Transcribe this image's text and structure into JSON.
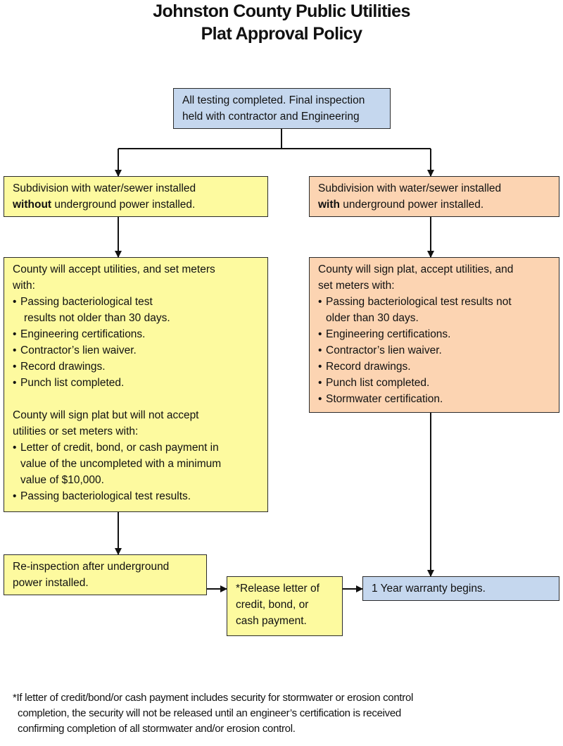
{
  "title": {
    "line1": "Johnston County Public Utilities",
    "line2": "Plat Approval Policy"
  },
  "colors": {
    "start_end_box": "#c5d7ee",
    "without_power_box": "#fdfa9f",
    "with_power_box": "#fcd4b2",
    "border": "#2b2b2b"
  },
  "nodes": {
    "start": {
      "line1": "All testing completed. Final inspection",
      "line2": "held with contractor and Engineering"
    },
    "without_power": {
      "line1": "Subdivision with water/sewer installed",
      "bold": "without",
      "rest": " underground power installed."
    },
    "with_power": {
      "line1": "Subdivision with water/sewer installed",
      "bold": "with",
      "rest": " underground power installed."
    },
    "without_power_terms": {
      "intro1": "County will accept utilities, and set meters",
      "intro2": "with:",
      "items1": [
        {
          "l1": "Passing bacteriological test",
          "l2": "results not older than 30 days."
        },
        {
          "l1": "Engineering certifications."
        },
        {
          "l1": "Contractor’s lien waiver."
        },
        {
          "l1": "Record drawings."
        },
        {
          "l1": "Punch list completed."
        }
      ],
      "intro3": "County will sign plat but will not accept",
      "intro4": "utilities or set meters with:",
      "items2": [
        {
          "l1": "Letter of credit, bond, or cash payment in",
          "l2": "value of the uncompleted with a minimum",
          "l3": "value of $10,000."
        },
        {
          "l1": "Passing bacteriological test results."
        }
      ]
    },
    "with_power_terms": {
      "intro1": "County will sign plat, accept utilities, and",
      "intro2": "set meters with:",
      "items": [
        {
          "l1": "Passing bacteriological test results not",
          "l2": "older than 30 days."
        },
        {
          "l1": "Engineering certifications."
        },
        {
          "l1": "Contractor’s lien waiver."
        },
        {
          "l1": "Record drawings."
        },
        {
          "l1": "Punch list completed."
        },
        {
          "l1": "Stormwater certification."
        }
      ]
    },
    "reinspection": {
      "line1": "Re-inspection after underground",
      "line2": "power installed."
    },
    "release": {
      "line1": "*Release letter of",
      "line2": "credit, bond, or",
      "line3": "cash payment."
    },
    "warranty": {
      "line1": "1 Year warranty begins."
    }
  },
  "footnote": {
    "line1": "*If letter of credit/bond/or cash payment includes security for stormwater or erosion control",
    "line2": "completion, the security will not be released until an engineer’s certification is received",
    "line3": "confirming completion of all stormwater and/or erosion control."
  }
}
